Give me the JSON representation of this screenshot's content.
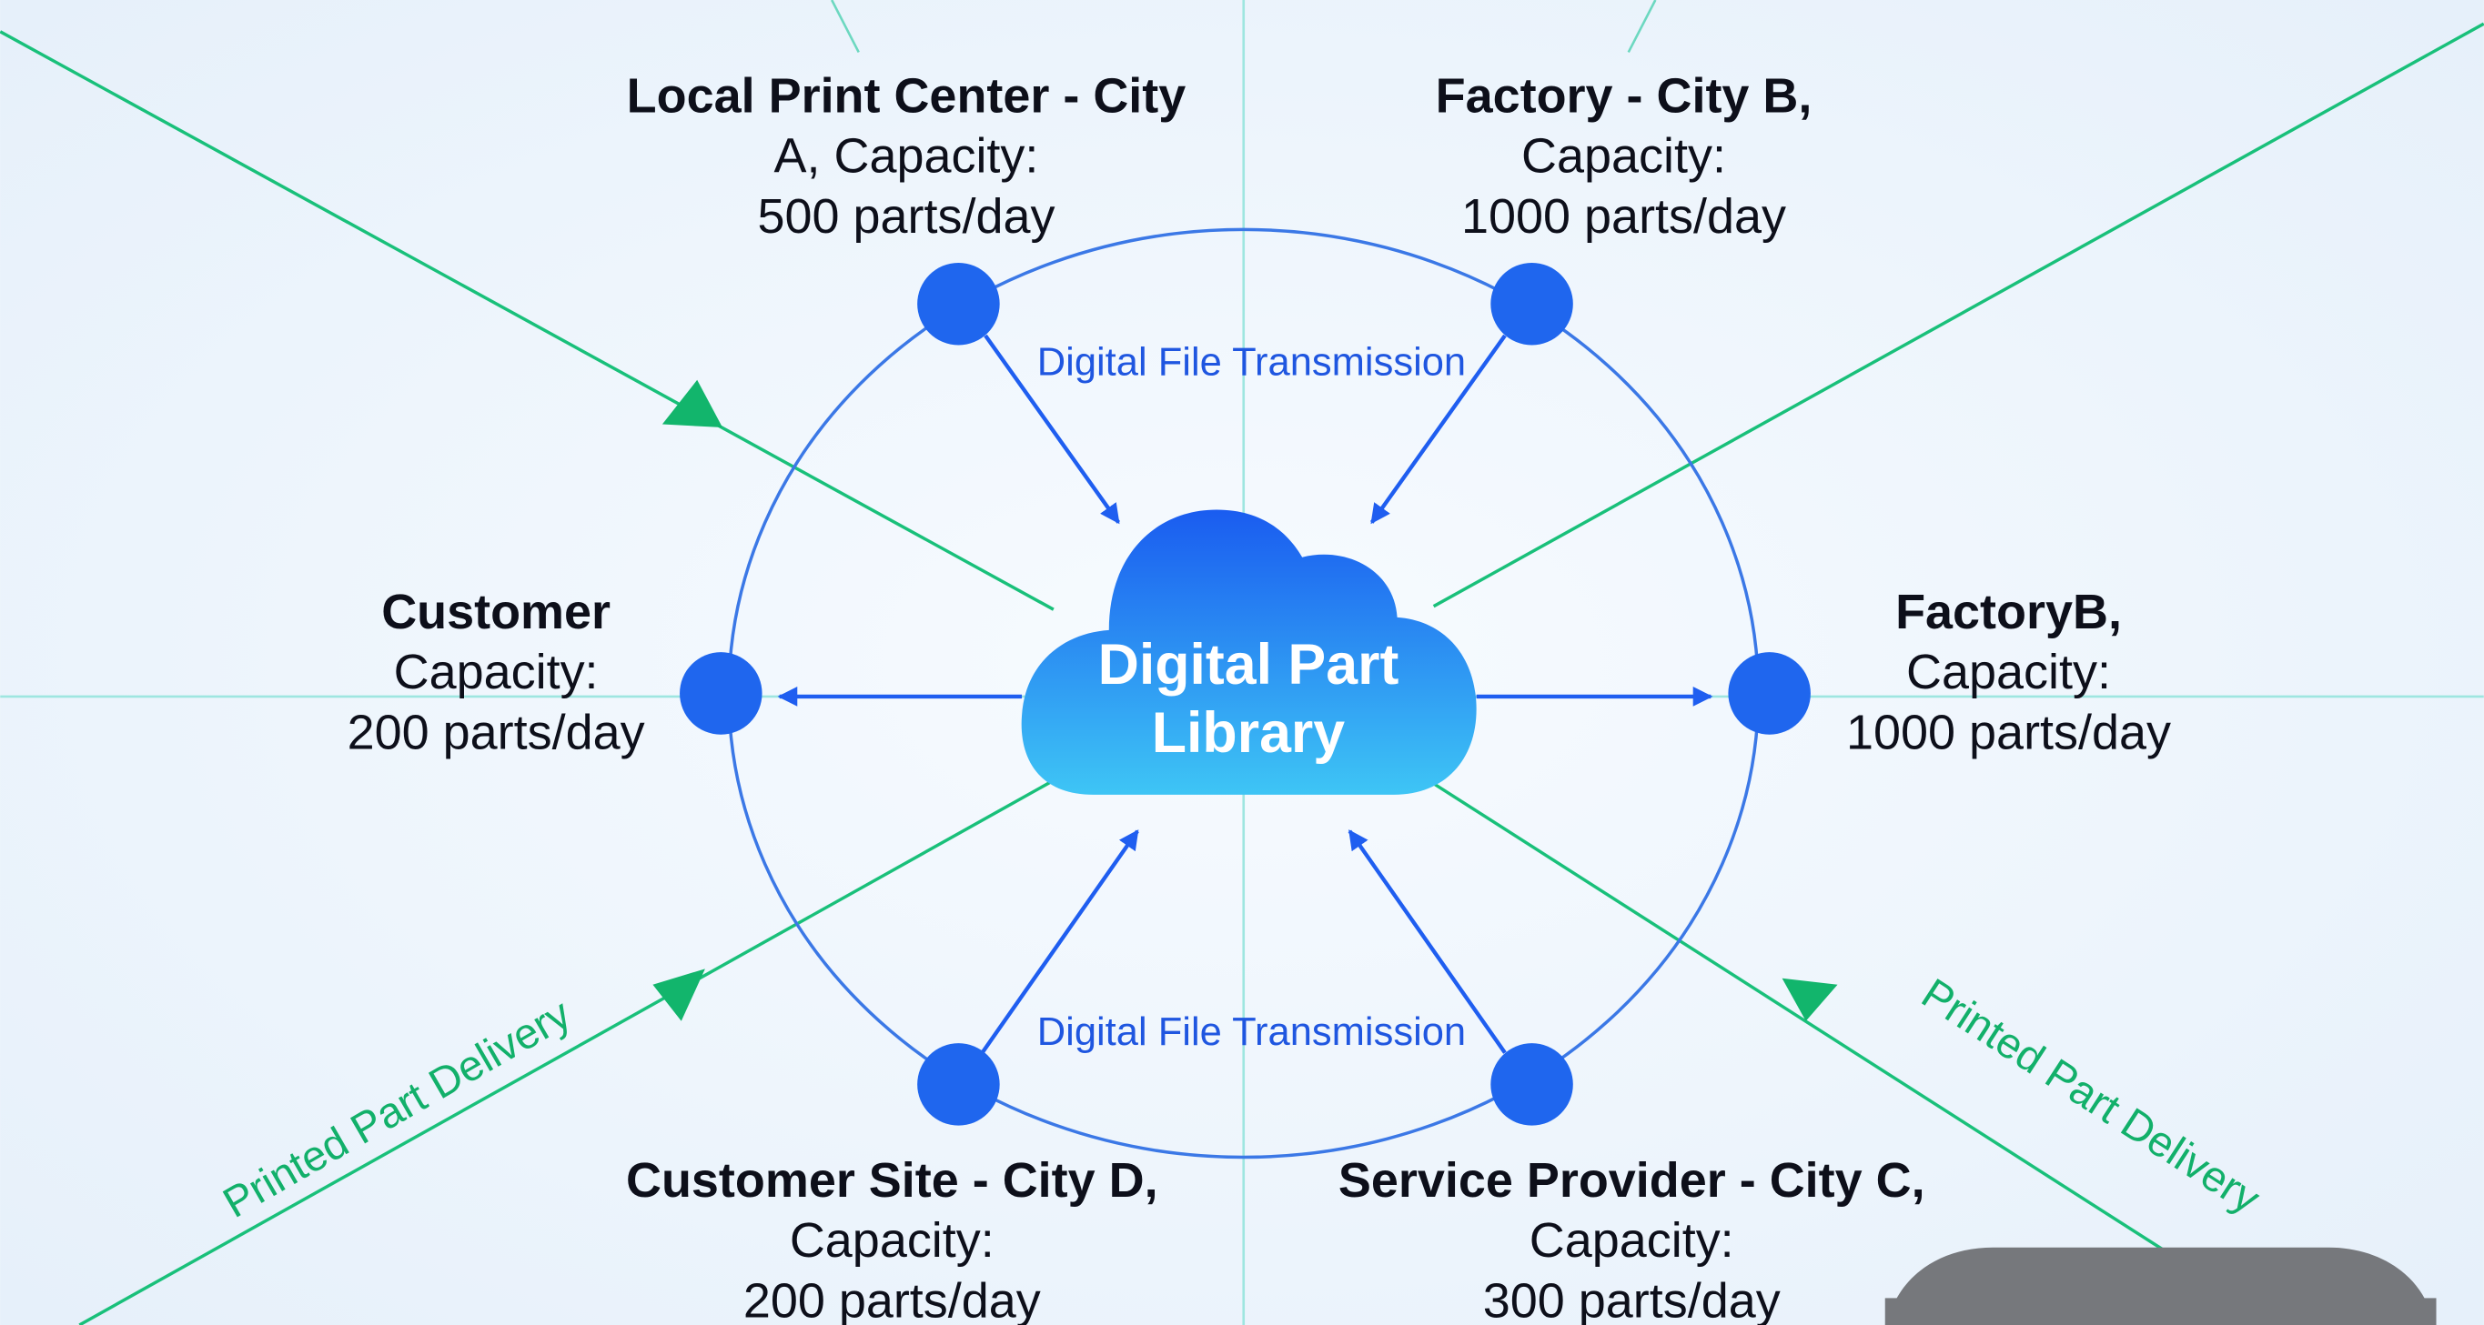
{
  "center": {
    "line1": "Digital Part",
    "line2": "Library"
  },
  "nodes": [
    {
      "id": "top-left",
      "lines": [
        "Local Print Center - City",
        "A, Capacity:",
        "500 parts/day"
      ]
    },
    {
      "id": "top-right",
      "lines": [
        "Factory - City B,",
        "Capacity:",
        "1000 parts/day"
      ]
    },
    {
      "id": "left",
      "lines": [
        "Customer",
        "Capacity:",
        "200 parts/day"
      ]
    },
    {
      "id": "right",
      "lines": [
        "FactoryB,",
        "Capacity:",
        "1000 parts/day"
      ]
    },
    {
      "id": "bottom-left",
      "lines": [
        "Customer Site - City D,",
        "Capacity:",
        "200 parts/day"
      ]
    },
    {
      "id": "bottom-right",
      "lines": [
        "Service Provider - City C,",
        "Capacity:",
        "300 parts/day"
      ]
    }
  ],
  "flows": {
    "transmission_top": "Digital File Transmission",
    "transmission_bottom": "Digital File Transmission",
    "delivery_left": "Printed Part Delivery",
    "delivery_right": "Printed Part Delivery"
  },
  "colors": {
    "blue": "#2563eb",
    "green": "#10b26c",
    "grid": "#8fe3de",
    "overlay": "#76787c"
  }
}
